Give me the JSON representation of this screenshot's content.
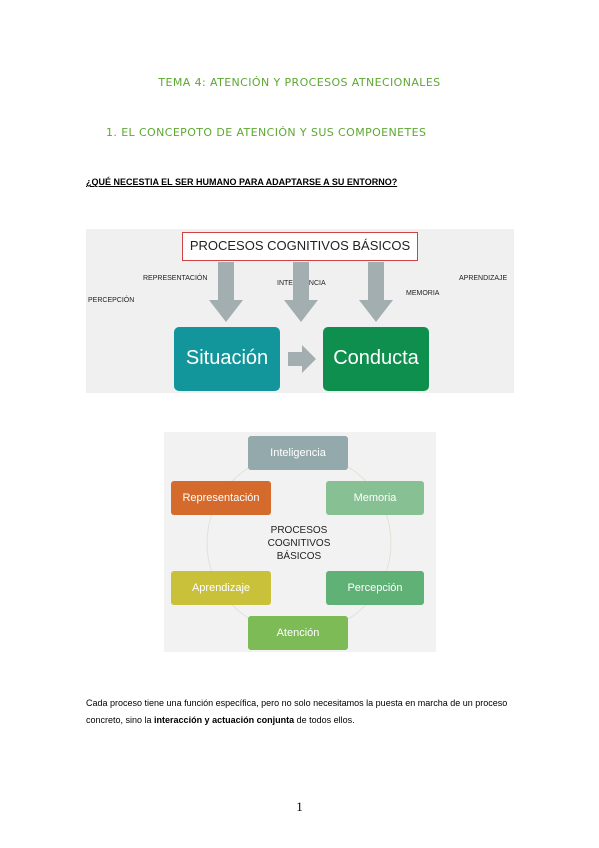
{
  "document": {
    "title": "TEMA 4: ATENCIÓN Y PROCESOS ATNECIONALES",
    "section_heading": "1. EL CONCEPOTO DE ATENCIÓN Y SUS COMPOENETES",
    "question": "¿QUÉ NECESTIA EL SER HUMANO PARA ADAPTARSE A SU ENTORNO?",
    "paragraph": {
      "part1": "Cada proceso tiene una función específica, pero no solo necesitamos la puesta en marcha de un proceso concreto, sino la ",
      "bold": "interacción y actuación conjunta",
      "part2": " de todos ellos."
    },
    "page_number": "1"
  },
  "diagram1": {
    "title": "PROCESOS COGNITIVOS BÁSICOS",
    "labels": {
      "percepcion": "PERCEPCIÓN",
      "representacion": "REPRESENTACIÓN",
      "inteligencia": "INTELIGENCIA",
      "memoria": "MEMORIA",
      "aprendizaje": "APRENDIZAJE"
    },
    "box_situacion": "Situación",
    "box_conducta": "Conducta"
  },
  "diagram2": {
    "center_line1": "PROCESOS",
    "center_line2": "COGNITIVOS",
    "center_line3": "BÁSICOS",
    "nodes": {
      "inteligencia": "Inteligencia",
      "memoria": "Memoria",
      "percepcion": "Percepción",
      "atencion": "Atención",
      "aprendizaje": "Aprendizaje",
      "representacion": "Representación"
    }
  },
  "colors": {
    "title_green": "#5da832",
    "situacion": "#13969b",
    "conducta": "#0f8f4e",
    "arrow_gray": "#a3aeb1",
    "node_inteligencia": "#93a9ab",
    "node_memoria": "#86c093",
    "node_percepcion": "#5fb176",
    "node_atencion": "#7cbb55",
    "node_aprendizaje": "#c9c13a",
    "node_representacion": "#d46a2c"
  }
}
